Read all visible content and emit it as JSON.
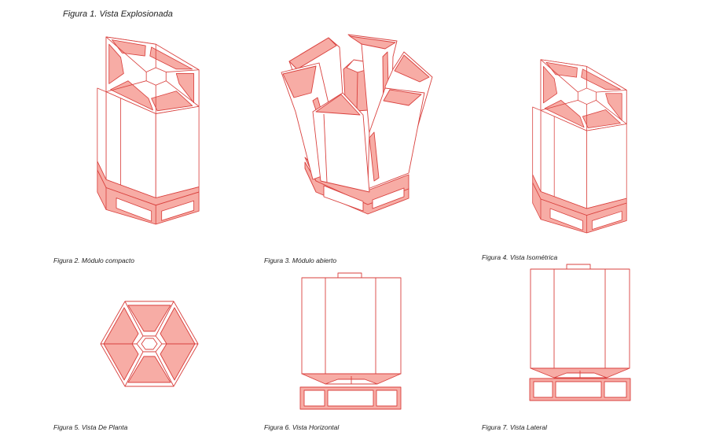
{
  "figures": {
    "fig1": "Figura 1. Vista Explosionada",
    "fig2": "Figura 2. Módulo compacto",
    "fig3": "Figura 3. Módulo abierto",
    "fig4": "Figura 4. Vista Isométrica",
    "fig5": "Figura 5. Vista De Planta",
    "fig6": "Figura 6. Vista Horizontal",
    "fig7": "Figura 7. Vista Lateral"
  },
  "colors": {
    "line": "#d9413e",
    "fill": "#f7aca5",
    "fill_light": "#fbd3ce"
  }
}
